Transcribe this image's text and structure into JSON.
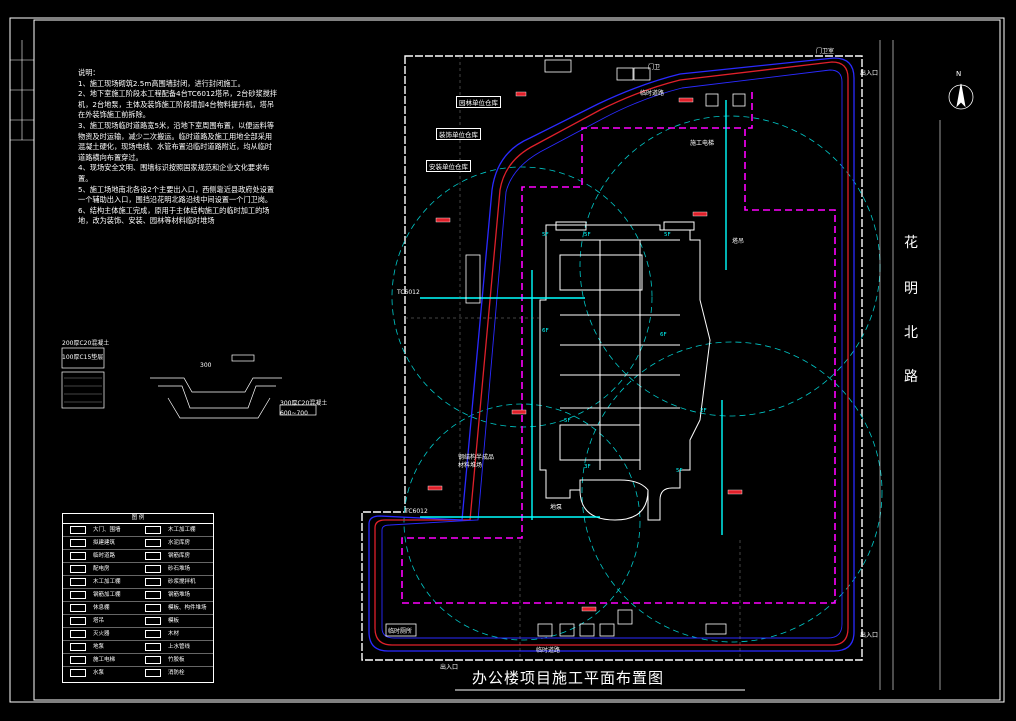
{
  "title": "办公楼项目施工平面布置图",
  "notes": {
    "heading": "说明：",
    "items": [
      "1、施工现场砌筑2.5m高围墙封闭，进行封闭施工。",
      "2、地下室施工阶段本工程配备4台TC6012塔吊，2台砂浆搅拌机，2台地泵，主体及装饰施工阶段增加4台物料提升机，塔吊在外装饰施工前拆除。",
      "3、施工现场临时道路宽5米，沿地下室周围布置，以便运料等物资及时运输，减少二次搬运。临时道路及施工用地全部采用混凝土硬化，现场电线、水管布置沿临时道路附近，均从临时道路横向布置穿过。",
      "4、现场安全文明、围墙标识按照国家规范和企业文化要求布置。",
      "5、施工场地南北各设2个主要出入口，西侧靠近县政府处设置一个辅助出入口，围挡沿花明北路沿线中间设置一个门卫岗。",
      "6、结构主体施工完成，原用于主体结构施工的临时加工的场地，改为装饰、安装、园林等材料临时堆场"
    ]
  },
  "road": {
    "chars": [
      "花",
      "明",
      "北",
      "路"
    ]
  },
  "north": "N",
  "labels": {
    "gate_north": "出入口",
    "gate_south": "出入口",
    "gate_small": "出入口",
    "temp_road_north": "临时道路",
    "temp_road_south": "临时道路",
    "warehouse_gate": "门卫室",
    "guard": "门卫",
    "site_office_1": "园林单位仓库",
    "site_office_2": "装饰单位仓库",
    "site_office_3": "安装单位仓库",
    "tc_west_upper": "TC6012",
    "tc_west_lower": "TC6012",
    "tower_crane": "塔吊",
    "material_yard": "钢结构半成品材料堆场",
    "construction_elevator": "施工电梯",
    "temp_toilet": "临时厕所",
    "pump": "地泵",
    "floor_5f": "5F",
    "floor_6f": "6F",
    "floor_3f": "3F",
    "floor_2f": "2F",
    "scale_300": "300",
    "dim_1": "200厚C20混凝土",
    "dim_2": "100厚C15垫层",
    "dim_3": "300厚C20混凝土",
    "dim_4": "600~700"
  },
  "legend": {
    "title": "图 例",
    "rows": [
      [
        "大门、围墙",
        "木工加工棚"
      ],
      [
        "拟建建筑",
        "水泥库房"
      ],
      [
        "临时道路",
        "钢筋库房"
      ],
      [
        "配电房",
        "砂石堆场"
      ],
      [
        "木工加工棚",
        "砂浆搅拌机"
      ],
      [
        "钢筋加工棚",
        "钢筋堆场"
      ],
      [
        "休息棚",
        "模板、构件堆场"
      ],
      [
        "塔吊",
        "模板"
      ],
      [
        "灭火器",
        "木材"
      ],
      [
        "地泵",
        "上水管线"
      ],
      [
        "施工电梯",
        "竹胶板"
      ],
      [
        "水泵",
        "消防栓"
      ]
    ]
  },
  "colors": {
    "background": "#000000",
    "road_red": "#e0202a",
    "road_blue": "#2a2aff",
    "crane_circle": "#00c8c8",
    "pink_dashed": "#ff00ff",
    "water_line": "#00ffff",
    "wall": "#ffffff"
  }
}
